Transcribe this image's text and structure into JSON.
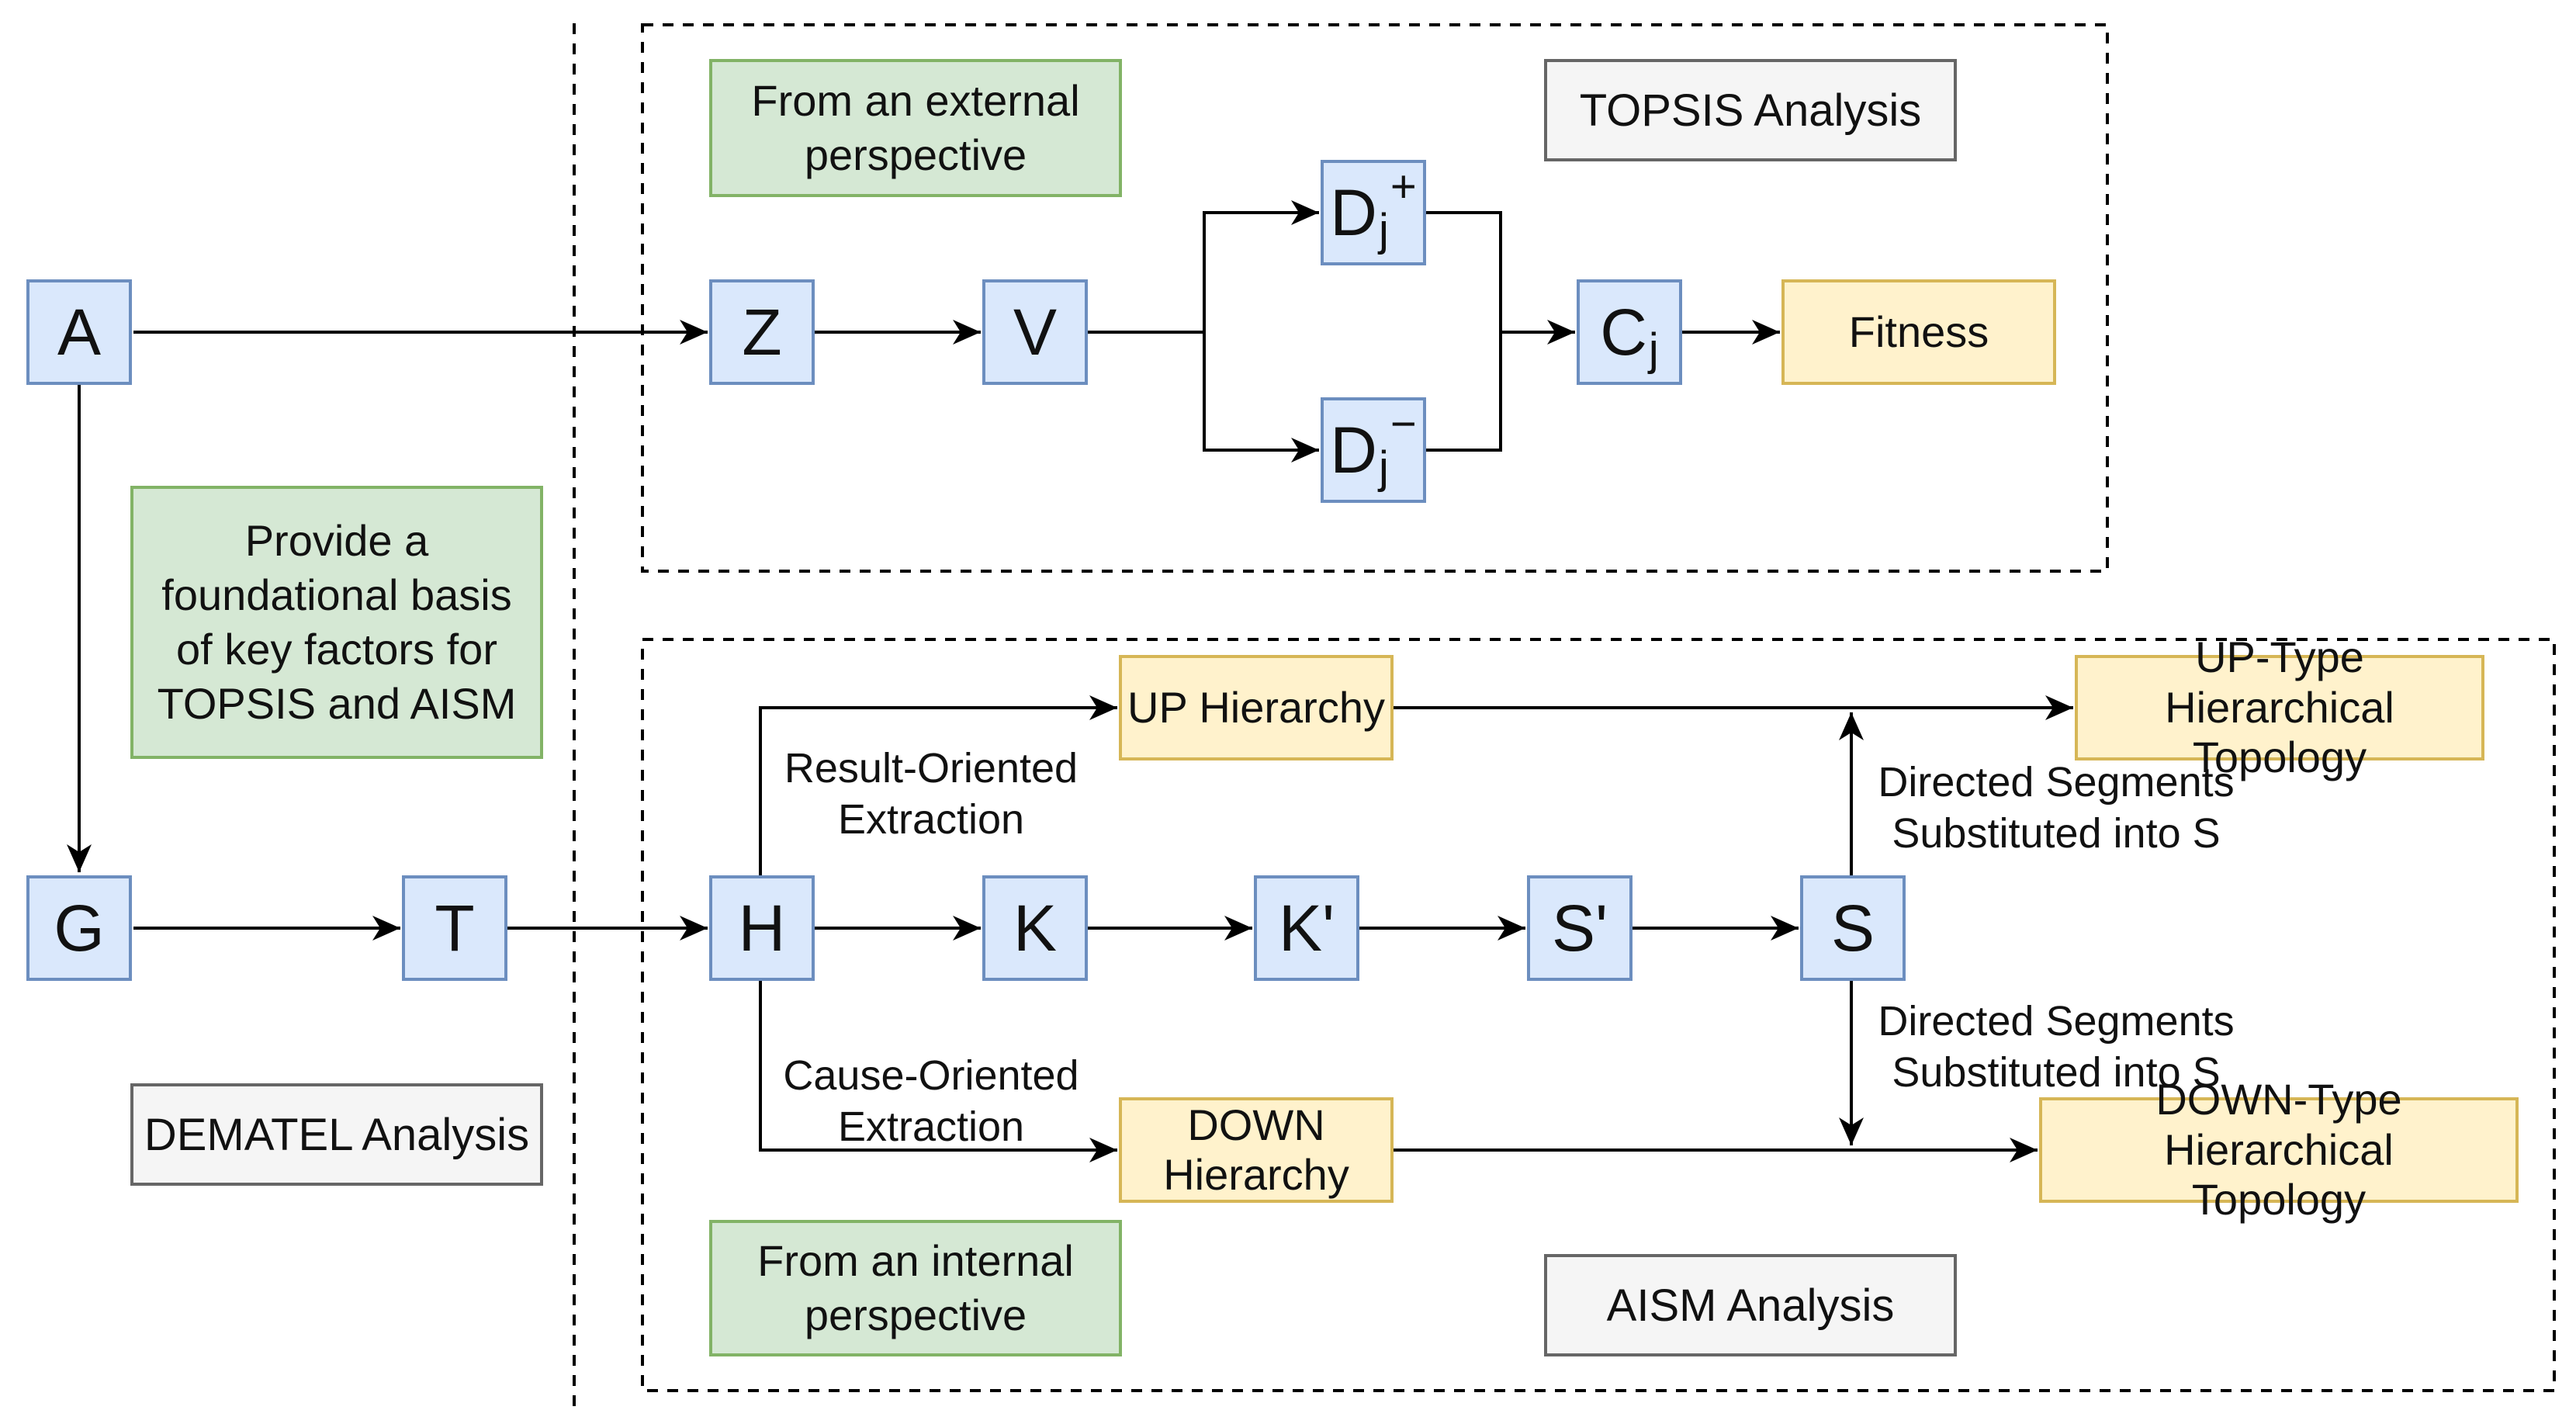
{
  "panels": {
    "topsis_title": "TOPSIS Analysis",
    "aism_title": "AISM Analysis",
    "dematel_title": "DEMATEL Analysis"
  },
  "notes": {
    "external": "From an external perspective",
    "internal": "From an internal perspective",
    "foundation": "Provide a foundational basis of key factors for TOPSIS and AISM"
  },
  "nodes": {
    "A": "A",
    "G": "G",
    "T": "T",
    "Z": "Z",
    "V": "V",
    "Dj_plus": {
      "base": "D",
      "sub": "j",
      "sup": "+"
    },
    "Dj_minus": {
      "base": "D",
      "sub": "j",
      "sup": "−"
    },
    "Cj": {
      "base": "C",
      "sub": "j"
    },
    "fitness": "Fitness",
    "H": "H",
    "K": "K",
    "Kp": "K'",
    "Sp": "S'",
    "S": "S",
    "up_hierarchy": "UP Hierarchy",
    "down_hierarchy": "DOWN Hierarchy",
    "up_topology": "UP-Type Hierarchical Topology",
    "down_topology": "DOWN-Type Hierarchical Topology"
  },
  "edge_labels": {
    "result_oriented": "Result-Oriented Extraction",
    "cause_oriented": "Cause-Oriented Extraction",
    "directed_up": "Directed Segments Substituted into S",
    "directed_down": "Directed Segments Substituted into S"
  },
  "colors": {
    "blue_fill": "#dae8fc",
    "blue_stroke": "#6c8ebf",
    "yellow_fill": "#fff2cc",
    "yellow_stroke": "#d6b656",
    "green_fill": "#d5e8d4",
    "green_stroke": "#82b366",
    "gray_fill": "#f5f5f5",
    "gray_stroke": "#666666"
  }
}
